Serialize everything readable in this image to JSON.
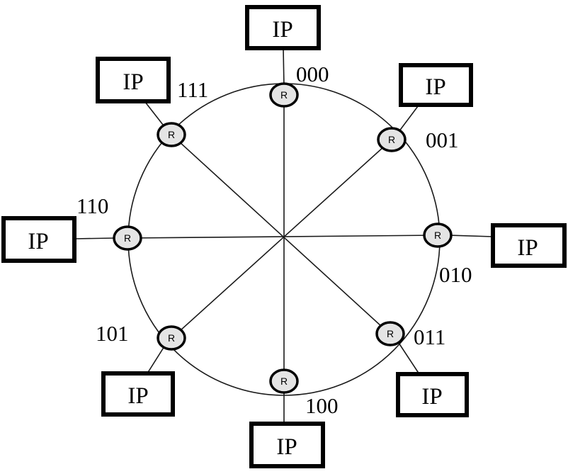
{
  "nodes": [
    {
      "address": "000",
      "router_label": "R",
      "ip_label": "IP"
    },
    {
      "address": "001",
      "router_label": "R",
      "ip_label": "IP"
    },
    {
      "address": "010",
      "router_label": "R",
      "ip_label": "IP"
    },
    {
      "address": "011",
      "router_label": "R",
      "ip_label": "IP"
    },
    {
      "address": "100",
      "router_label": "R",
      "ip_label": "IP"
    },
    {
      "address": "101",
      "router_label": "R",
      "ip_label": "IP"
    },
    {
      "address": "110",
      "router_label": "R",
      "ip_label": "IP"
    },
    {
      "address": "111",
      "router_label": "R",
      "ip_label": "IP"
    }
  ],
  "colors": {
    "line": "#1a1a1a",
    "router_fill": "#e4e4e4",
    "box_border": "#000000"
  }
}
